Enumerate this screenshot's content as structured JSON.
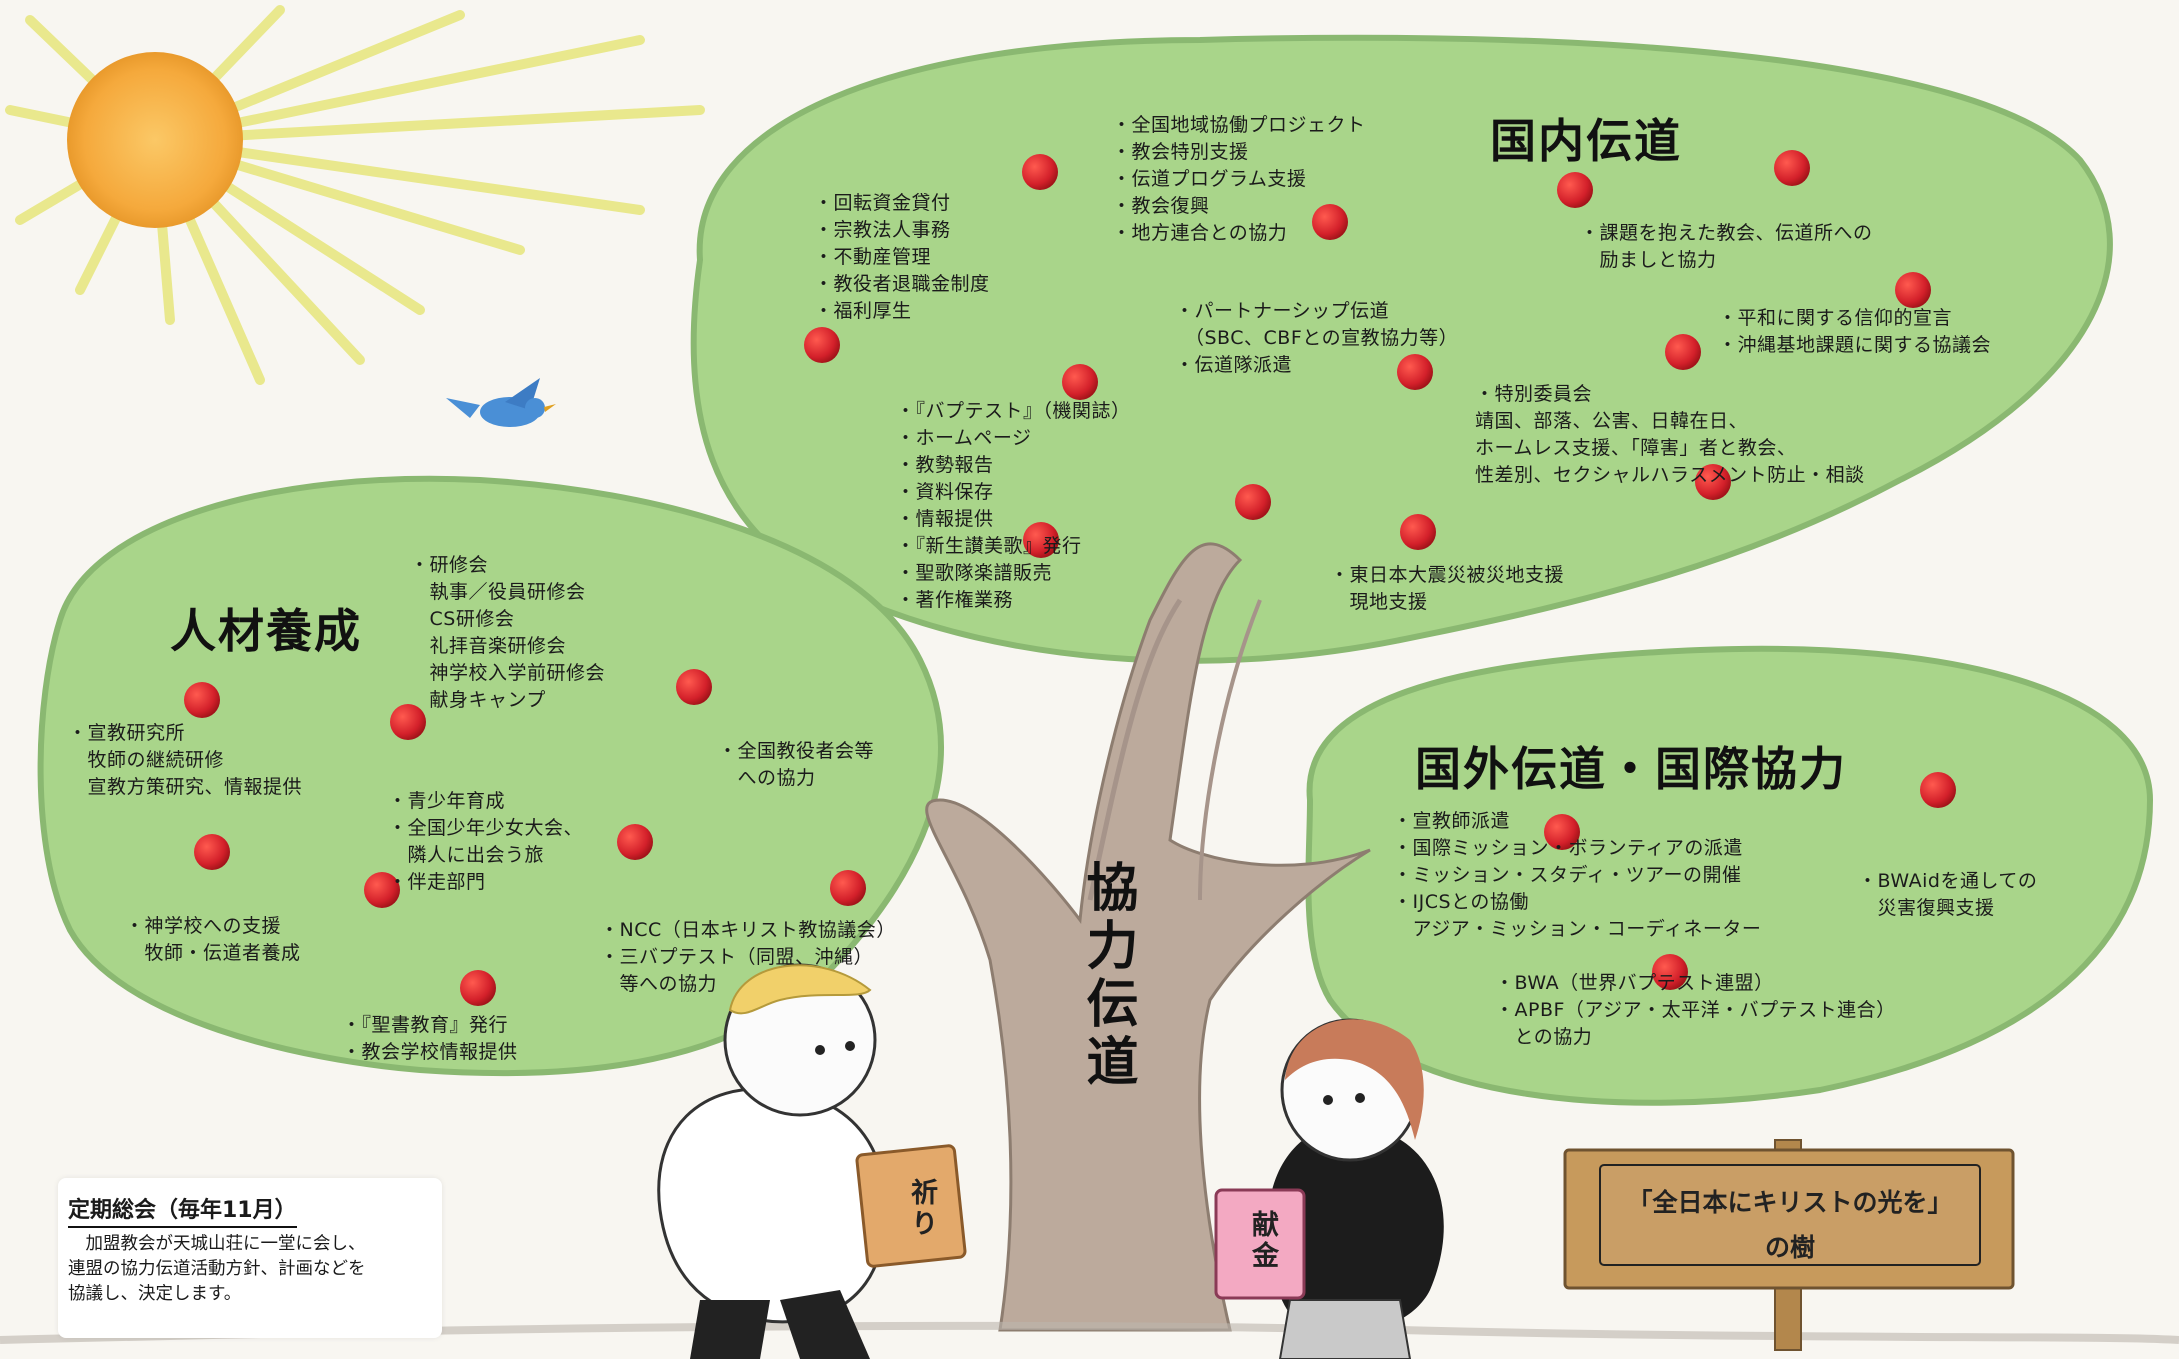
{
  "sections": {
    "domestic": {
      "title": "国内伝道",
      "items_top_center": "・全国地域協働プロジェクト\n・教会特別支援\n・伝道プログラム支援\n・教会復興\n・地方連合との協力",
      "items_admin": "・回転資金貸付\n・宗教法人事務\n・不動産管理\n・教役者退職金制度\n・福利厚生",
      "items_struggling": "・課題を抱えた教会、伝道所への\n　励ましと協力",
      "items_partnership": "・パートナーシップ伝道\n　（SBC、CBFとの宣教協力等）\n・伝道隊派遣",
      "items_peace": "・平和に関する信仰的宣言\n・沖縄基地課題に関する協議会",
      "items_committee": "・特別委員会\n靖国、部落、公害、日韓在日、\nホームレス支援、「障害」者と教会、\n性差別、セクシャルハラスメント防止・相談",
      "items_publication": "・『バプテスト』（機関誌）\n・ホームページ\n・教勢報告\n・資料保存\n・情報提供\n・『新生讃美歌』発行\n・聖歌隊楽譜販売\n・著作権業務",
      "items_disaster": "・東日本大震災被災地支援\n　現地支援"
    },
    "training": {
      "title": "人材養成",
      "items_seminars": "・研修会\n　執事／役員研修会\n　CS研修会\n　礼拝音楽研修会\n　神学校入学前研修会\n　献身キャンプ",
      "items_institute": "・宣教研究所\n　牧師の継続研修\n　宣教方策研究、情報提供",
      "items_youth": "・青少年育成\n・全国少年少女大会、\n　隣人に出会う旅\n・伴走部門",
      "items_seminary": "・神学校への支援\n　牧師・伝道者養成",
      "items_ministers": "・全国教役者会等\n　への協力",
      "items_ncc": "・NCC（日本キリスト教協議会）\n・三バプテスト（同盟、沖縄）\n　等への協力",
      "items_education": "・『聖書教育』発行\n・教会学校情報提供"
    },
    "overseas": {
      "title": "国外伝道・国際協力",
      "items_mission": "・宣教師派遣\n・国際ミッション・ボランティアの派遣\n・ミッション・スタディ・ツアーの開催\n・IJCSとの協働\n　アジア・ミッション・コーディネーター",
      "items_bwaid": "・BWAidを通しての\n　災害復興支援",
      "items_bwa": "・BWA（世界バプテスト連盟）\n・APBF（アジア・太平洋・バプテスト連合）\n　との協力"
    }
  },
  "trunk_label": "協力伝道",
  "bag_prayer": "祈り",
  "bag_offering": "献金",
  "sign": {
    "line1": "「全日本にキリストの光を」",
    "line2": "の樹"
  },
  "assembly": {
    "title": "定期総会（毎年11月）",
    "body": "　加盟教会が天城山荘に一堂に会し、\n連盟の協力伝道活動方針、計画などを\n協議し、決定します。"
  },
  "colors": {
    "canopy": "#a9d58a",
    "canopy_edge": "#7fae67",
    "trunk": "#bcaa9c",
    "sun": "#f6b24a",
    "apple": "#d3202a",
    "sign_board": "#c79a5c"
  }
}
